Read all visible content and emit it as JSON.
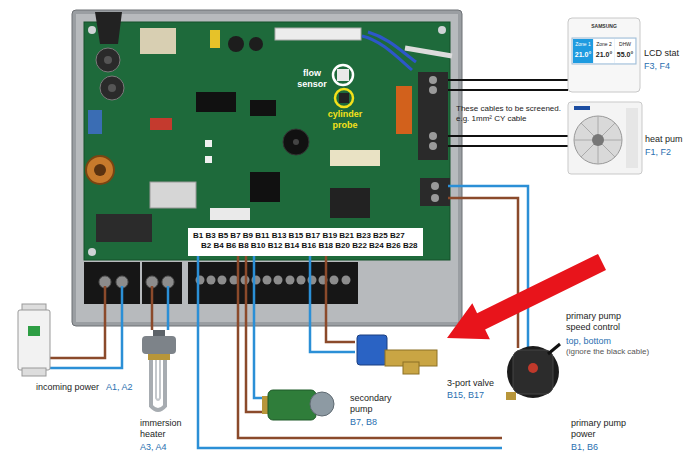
{
  "diagram": {
    "nodes": [
      {
        "text": [
          "B1 B3 B5 B7 B9 B11 B13 B15 B17 B19 B21 B23 B25 B27",
          "B2 B4 B6 B8 B10 B12 B14 B16 B18 B20 B22 B24 B26 B28"
        ]
      },
      {
        "text": [
          "LCD stat",
          "F3, F4"
        ]
      },
      {
        "text": [
          "heat pum",
          "F1, F2"
        ]
      },
      {
        "text": [
          "incoming power",
          "A1, A2"
        ]
      },
      {
        "text": [
          "immersion heater",
          "A3, A4"
        ]
      },
      {
        "text": [
          "secondary pump",
          "B7, B8"
        ]
      },
      {
        "text": [
          "3-port valve",
          "B15, B17"
        ]
      },
      {
        "text": [
          "primary pump speed control",
          "top, bottom",
          "(ignore the black cable)",
          "primary pump power",
          "B1, B6"
        ]
      }
    ],
    "edges": [
      {
        "from": 0,
        "to": 5,
        "arrow": "none"
      },
      {
        "from": 0,
        "to": 6,
        "arrow": "none"
      },
      {
        "from": 0,
        "to": 7,
        "arrow": "none"
      }
    ],
    "labels": [
      "flow sensor",
      "cylinder probe",
      "SAMSUNG",
      "Zone 1",
      "Zone 2",
      "DHW",
      "21.0°",
      "21.0°",
      "55.0°",
      "These cables to be screened. e.g. 1mm² CY cable"
    ]
  }
}
